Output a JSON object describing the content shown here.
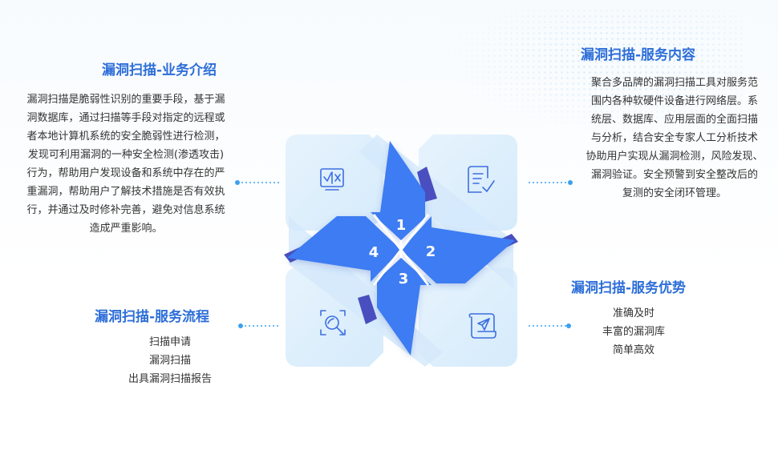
{
  "sections": {
    "intro": {
      "title": "漏洞扫描-业务介绍",
      "lines": [
        "漏洞扫描是脆弱性识别的重要手段，基于漏",
        "洞数据库，通过扫描等手段对指定的远程或",
        "者本地计算机系统的安全脆弱性进行检测，",
        "发现可利用漏洞的一种安全检测(渗透攻击)",
        "行为，帮助用户发现设备和系统中存在的严",
        "重漏洞，帮助用户了解技术措施是否有效执",
        "行，并通过及时修补完善，避免对信息系统",
        "造成严重影响。"
      ]
    },
    "content": {
      "title": "漏洞扫描-服务内容",
      "lines": [
        "聚合多品牌的漏洞扫描工具对服务范",
        "围内各种软硬件设备进行网络层。系",
        "统层、数据库、应用层面的全面扫描",
        "与分析，结合安全专家人工分析技术",
        "协助用户实现从漏洞检测，风险发现、",
        "漏洞验证。安全预警到安全整改后的",
        "复测的安全闭环管理。"
      ]
    },
    "process": {
      "title": "漏洞扫描-服务流程",
      "items": [
        "扫描申请",
        "漏洞扫描",
        "出具漏洞扫描报告"
      ]
    },
    "advantage": {
      "title": "漏洞扫描-服务优势",
      "items": [
        "准确及时",
        "丰富的漏洞库",
        "简单高效"
      ]
    }
  },
  "center": {
    "numbers": [
      "1",
      "2",
      "3",
      "4"
    ],
    "icons": [
      "checkbox-monitor-icon",
      "document-check-icon",
      "scan-search-icon",
      "paper-plane-scroll-icon"
    ]
  },
  "colors": {
    "title": "#2d6ed8",
    "arrow": "#3d7cf2",
    "arrow_dark": "#4a4fc0",
    "tile": "#e3f2fd",
    "dot": "#3ca0f0"
  }
}
